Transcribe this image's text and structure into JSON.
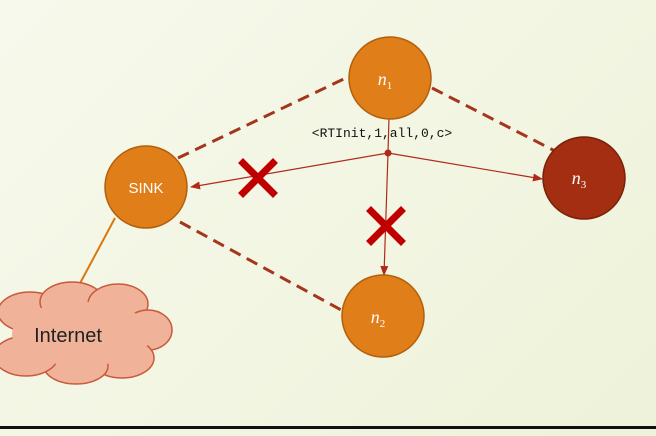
{
  "colors": {
    "orange_node": "#e07e1a",
    "orange_stroke": "#b35f0c",
    "dark_red_node": "#a32e12",
    "dark_red_stroke": "#7a200b",
    "dashed_link": "#a3361b",
    "arrow": "#b02a1a",
    "cross": "#c00000",
    "cloud_fill": "#f0b39a",
    "cloud_stroke": "#c85a3c",
    "internet_link": "#d9780f"
  },
  "nodes": {
    "sink": {
      "label": "SINK"
    },
    "n1": {
      "base": "n",
      "sub": "1"
    },
    "n2": {
      "base": "n",
      "sub": "2"
    },
    "n3": {
      "base": "n",
      "sub": "3"
    }
  },
  "cloud": {
    "label": "Internet"
  },
  "message": {
    "label": "<RTInit,1,all,0,c>"
  },
  "icons": {
    "blocked_sink": "cross-icon",
    "blocked_n2": "cross-icon"
  }
}
